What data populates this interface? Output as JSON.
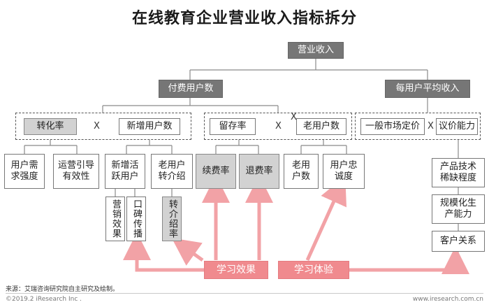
{
  "title": "在线教育企业营业收入指标拆分",
  "nodes": {
    "revenue": "营业收入",
    "paying_users": "付费用户数",
    "arpu": "每用户平均收入",
    "conversion_rate": "转化率",
    "new_users": "新增用户数",
    "retention_rate": "留存率",
    "old_users": "老用户数",
    "market_pricing": "一般市场定价",
    "premium_ability": "议价能力",
    "user_demand": "用户需求强度",
    "ops_guidance": "运营引导有效性",
    "new_active_users": "新增活跃用户",
    "old_user_referral": "老用户转介绍",
    "renewal_rate": "续费率",
    "refund_rate": "退费率",
    "old_user_count": "老用户数",
    "user_loyalty": "用户忠诚度",
    "marketing_effect": "营销效果",
    "word_of_mouth": "口碑传播",
    "referral_rate": "转介绍率",
    "product_scarcity": "产品技术稀缺程度",
    "scale_capability": "规模化生产能力",
    "customer_relation": "客户关系",
    "learning_effect": "学习效果",
    "learning_experience": "学习体验"
  },
  "operator": "X",
  "footer": {
    "source": "来源：艾瑞咨询研究院自主研究及绘制。",
    "copyright": "©2019.2 iResearch Inc .",
    "website": "www.iresearch.com.cn"
  },
  "colors": {
    "dark": "#767676",
    "gray": "#d2d2d2",
    "pink": "#f08a8e",
    "arrow": "#f2a2a6",
    "line": "#8a8a8a"
  }
}
